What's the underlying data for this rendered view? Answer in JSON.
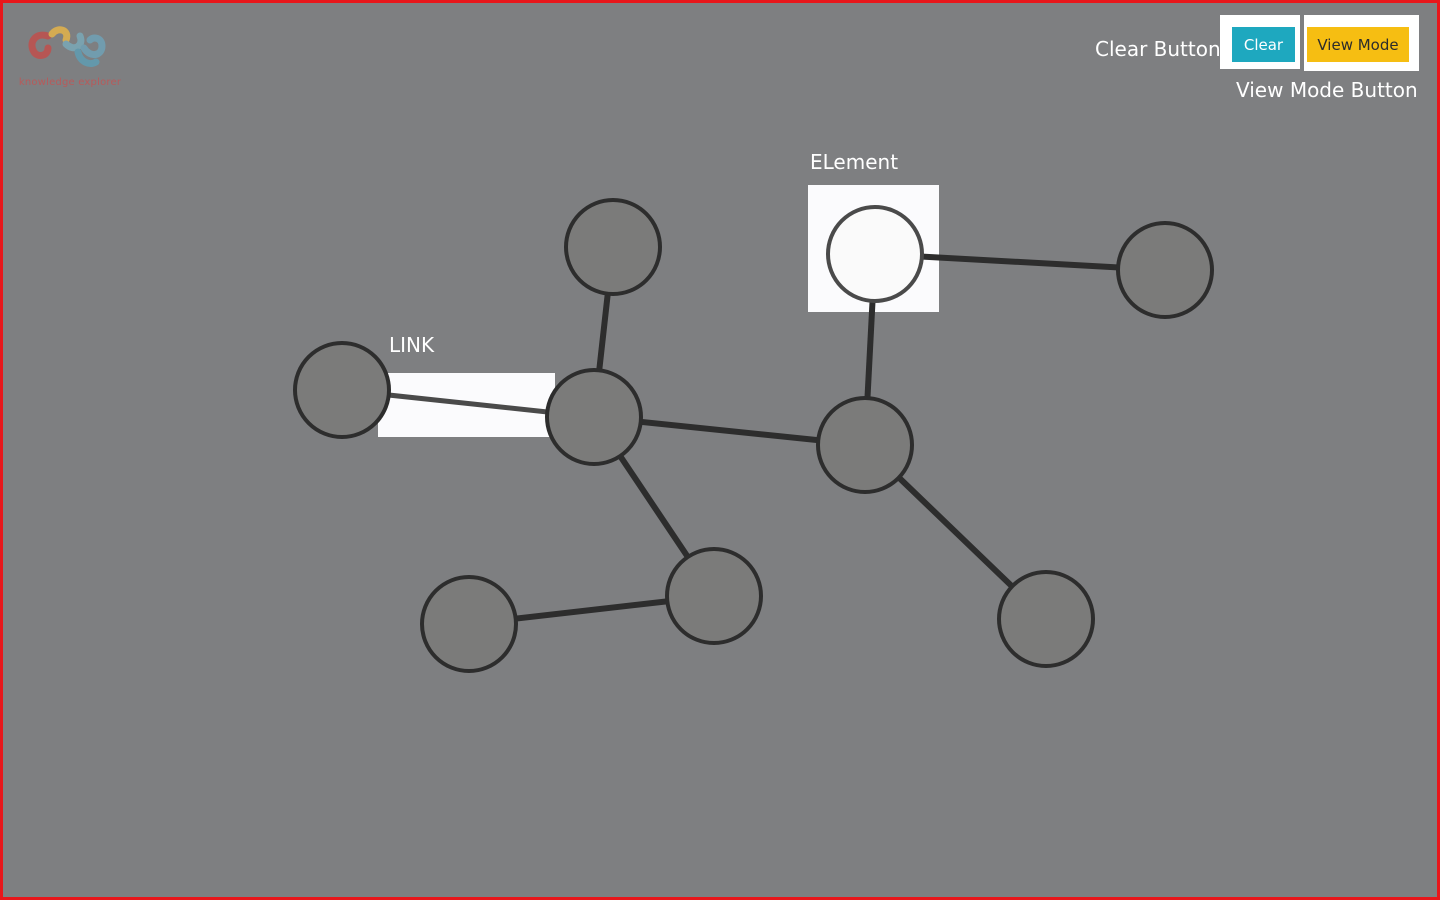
{
  "logo": {
    "text": "knowledge explorer"
  },
  "annotations": {
    "clear_button": "Clear Button",
    "view_mode_button": "View Mode Button",
    "element": "ELement",
    "link": "LINK"
  },
  "toolbar": {
    "clear_label": "Clear",
    "view_mode_label": "View Mode"
  },
  "colors": {
    "background": "#7e7f81",
    "node_fill": "#7b7b7a",
    "node_stroke": "#2d2d2d",
    "edge": "#2d2d2d",
    "selected_node_fill": "#fafafa",
    "clear_button": "#1ea8bf",
    "view_mode_button": "#f6be12",
    "frame": "#e8161b"
  },
  "graph": {
    "nodes": [
      {
        "id": "n1",
        "selected": false
      },
      {
        "id": "n2",
        "selected": false
      },
      {
        "id": "n3",
        "selected": false
      },
      {
        "id": "n4",
        "selected": true
      },
      {
        "id": "n5",
        "selected": false
      },
      {
        "id": "n6",
        "selected": false
      },
      {
        "id": "n7",
        "selected": false
      },
      {
        "id": "n8",
        "selected": false
      },
      {
        "id": "n9",
        "selected": false
      }
    ],
    "edges": [
      {
        "from": "n1",
        "to": "n3",
        "highlighted": true
      },
      {
        "from": "n2",
        "to": "n3",
        "highlighted": false
      },
      {
        "from": "n3",
        "to": "n6",
        "highlighted": false
      },
      {
        "from": "n3",
        "to": "n7",
        "highlighted": false
      },
      {
        "from": "n8",
        "to": "n7",
        "highlighted": false
      },
      {
        "from": "n4",
        "to": "n6",
        "highlighted": false
      },
      {
        "from": "n4",
        "to": "n5",
        "highlighted": false
      },
      {
        "from": "n6",
        "to": "n9",
        "highlighted": false
      }
    ]
  }
}
